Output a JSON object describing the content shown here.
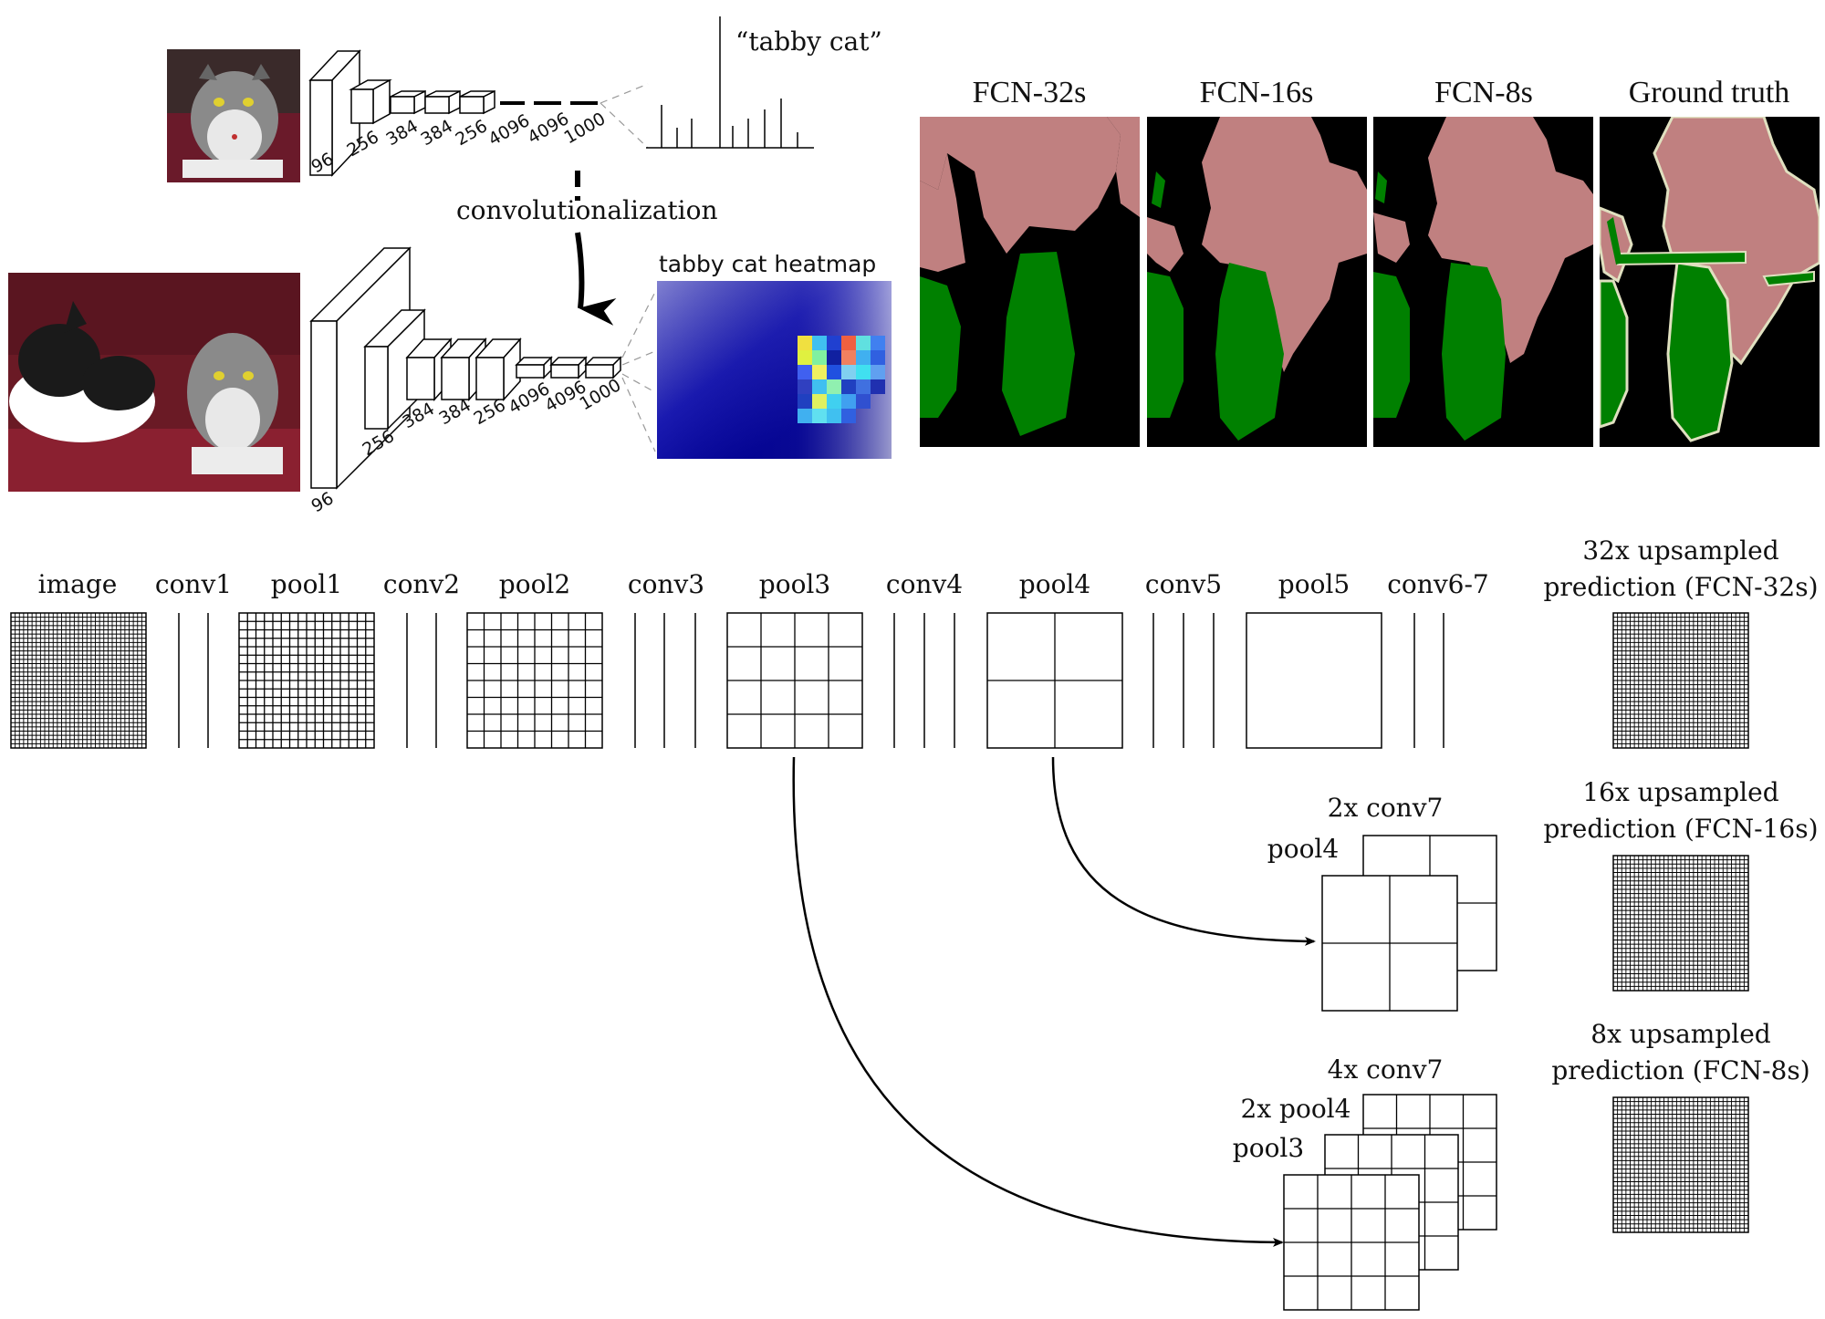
{
  "top_left": {
    "class_label": "“tabby cat”",
    "arrow_label": "convolutionalization",
    "heatmap_label": "tabby cat heatmap",
    "classifier_sizes": [
      "96",
      "256",
      "384",
      "384",
      "256",
      "4096",
      "4096",
      "1000"
    ],
    "fcn_sizes": [
      "96",
      "256",
      "384",
      "384",
      "256",
      "4096",
      "4096",
      "1000"
    ]
  },
  "segmentation": {
    "headers": [
      "FCN-32s",
      "FCN-16s",
      "FCN-8s",
      "Ground truth"
    ],
    "colors": {
      "person": "#c08080",
      "bicycle": "#008000",
      "background": "#000000",
      "boundary": "#e0e0c0"
    }
  },
  "pipeline": {
    "stages": [
      "image",
      "conv1",
      "pool1",
      "conv2",
      "pool2",
      "conv3",
      "pool3",
      "conv4",
      "pool4",
      "conv5",
      "pool5",
      "conv6-7"
    ],
    "predictions": [
      {
        "line1": "32x upsampled",
        "line2": "prediction (FCN-32s)"
      },
      {
        "line1": "16x upsampled",
        "line2": "prediction (FCN-16s)"
      },
      {
        "line1": "8x upsampled",
        "line2": "prediction (FCN-8s)"
      }
    ],
    "fuse16": {
      "top": "2x conv7",
      "front": "pool4"
    },
    "fuse8": {
      "top": "4x conv7",
      "mid": "2x pool4",
      "front": "pool3"
    }
  }
}
